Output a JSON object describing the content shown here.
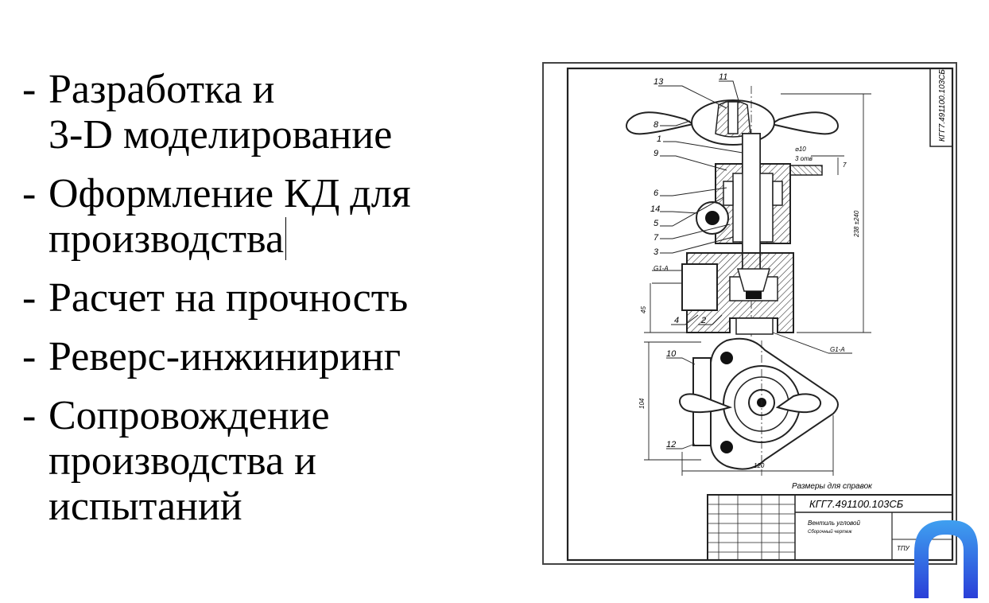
{
  "bullets": [
    {
      "lines": [
        "Разработка и",
        "3-D моделирование"
      ]
    },
    {
      "lines": [
        "Оформление КД для",
        "производства"
      ]
    },
    {
      "lines": [
        "Расчет на прочность"
      ]
    },
    {
      "lines": [
        "Реверс-инжиниринг"
      ]
    },
    {
      "lines": [
        "Сопровождение",
        "производства и",
        "испытаний"
      ]
    }
  ],
  "dash": "-",
  "drawing": {
    "code_side": "КГГ7.491100.103СБ",
    "code_main": "КГГ7.491100.103СБ",
    "ref_note": "Размеры для справок",
    "part_title": "Вентиль угловой",
    "part_subtitle": "Сборочный чертеж",
    "org": "ТПУ",
    "callouts": [
      "13",
      "11",
      "8",
      "1",
      "9",
      "6",
      "14",
      "5",
      "7",
      "3",
      "4",
      "2",
      "10",
      "12"
    ],
    "dims": {
      "d10": "⌀10",
      "holes": "3 отв",
      "d7": "7",
      "h_total": "238 ±240",
      "h45": "45",
      "thread": "G1-A",
      "thread2": "G1-A",
      "w104": "104",
      "w120": "120"
    }
  },
  "colors": {
    "logo_top": "#3fa0f0",
    "logo_bottom": "#2a3fd8"
  },
  "icons": {
    "logo": "company-logo-icon"
  }
}
